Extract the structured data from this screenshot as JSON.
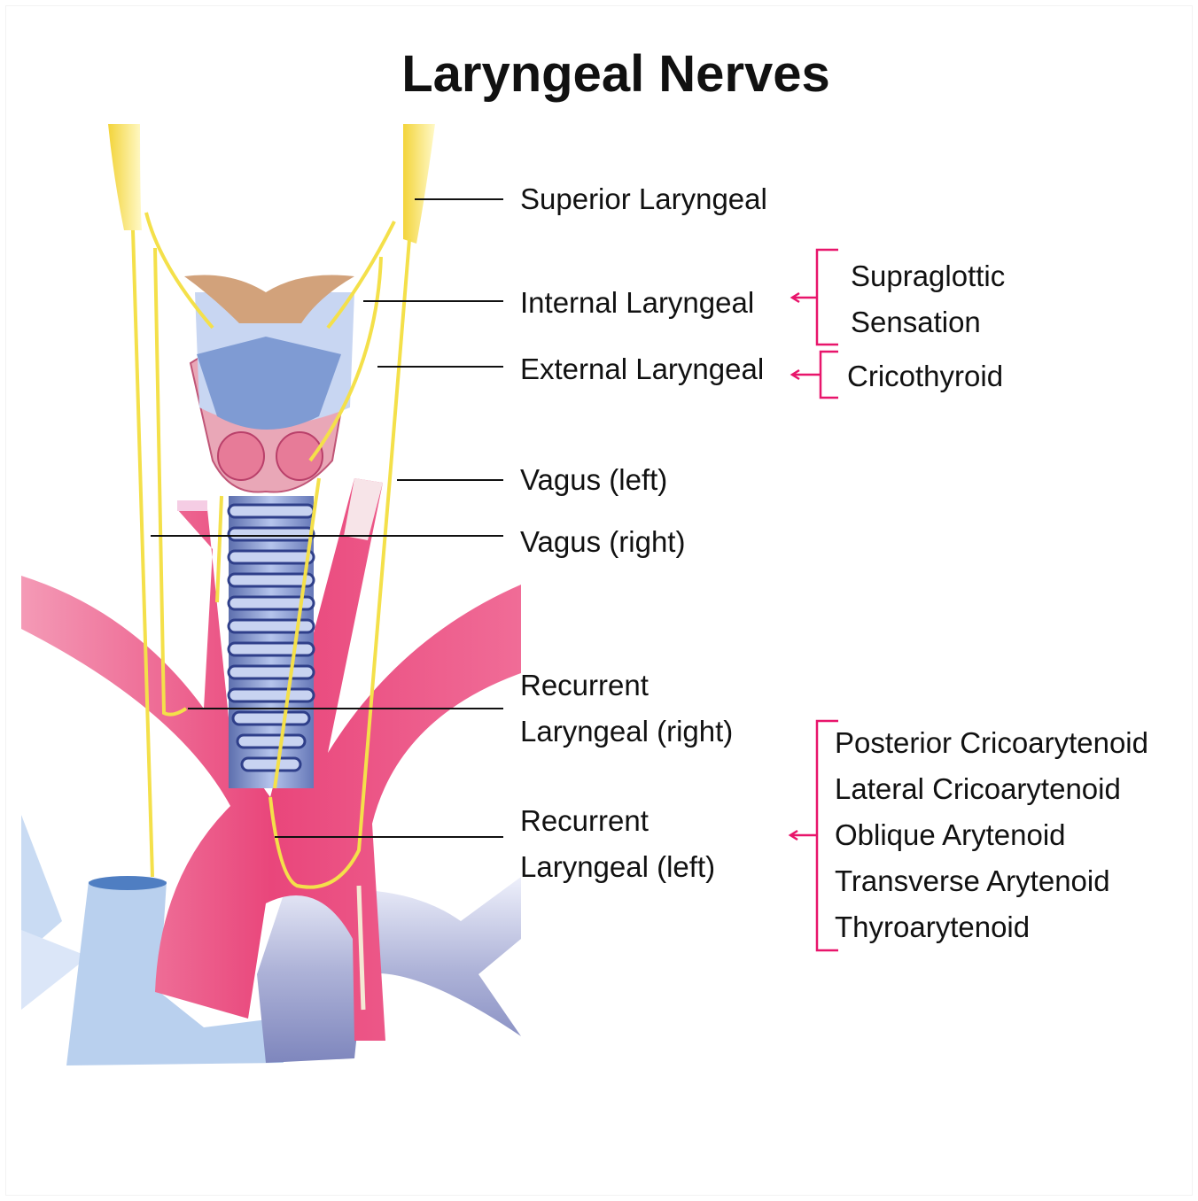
{
  "title": "Laryngeal Nerves",
  "labels": {
    "superior": "Superior Laryngeal",
    "internal": "Internal Laryngeal",
    "external": "External Laryngeal",
    "vagus_left": "Vagus (left)",
    "vagus_right": "Vagus (right)",
    "recurrent_right": [
      "Recurrent",
      "Laryngeal (right)"
    ],
    "recurrent_left": [
      "Recurrent",
      "Laryngeal (left)"
    ]
  },
  "functions": {
    "internal": [
      "Supraglottic",
      "Sensation"
    ],
    "external": [
      "Cricothyroid"
    ],
    "recurrent": [
      "Posterior Cricoarytenoid",
      "Lateral Cricoarytenoid",
      "Oblique Arytenoid",
      "Transverse Arytenoid",
      "Thyroarytenoid"
    ]
  },
  "colors": {
    "bracket": "#e8156b",
    "nerve": "#f5e25a",
    "artery": "#e94d7e",
    "trachea": "#8fa4d6"
  }
}
